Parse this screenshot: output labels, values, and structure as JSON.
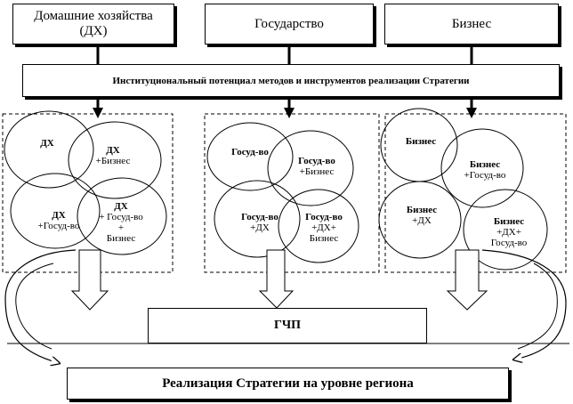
{
  "top_boxes": [
    {
      "line1": "Домашние хозяйства",
      "line2": "(ДХ)"
    },
    {
      "line1": "Государство",
      "line2": ""
    },
    {
      "line1": "Бизнес",
      "line2": ""
    }
  ],
  "potential_banner": "Институциональный потенциал методов и инструментов реализации Стратегии",
  "groups": [
    {
      "circles": [
        {
          "bold": "ДХ",
          "lines": []
        },
        {
          "bold": "ДХ",
          "lines": [
            "+Бизнес"
          ]
        },
        {
          "bold": "ДХ",
          "lines": [
            "+Госуд-во"
          ]
        },
        {
          "bold": "ДХ",
          "lines": [
            "+ Госуд-во",
            "+",
            "Бизнес"
          ]
        }
      ]
    },
    {
      "circles": [
        {
          "bold": "Госуд-во",
          "lines": []
        },
        {
          "bold": "Госуд-во",
          "lines": [
            "+Бизнес"
          ]
        },
        {
          "bold": "Госуд-во",
          "lines": [
            "+ДХ"
          ]
        },
        {
          "bold": "Госуд-во",
          "lines": [
            "+ДХ+",
            "Бизнес"
          ]
        }
      ]
    },
    {
      "circles": [
        {
          "bold": "Бизнес",
          "lines": []
        },
        {
          "bold": "Бизнес",
          "lines": [
            "+Госуд-во"
          ]
        },
        {
          "bold": "Бизнес",
          "lines": [
            "+ДХ"
          ]
        },
        {
          "bold": "Бизнес",
          "lines": [
            "+ДХ+",
            "Госуд-во"
          ]
        }
      ]
    }
  ],
  "gchp_label": "ГЧП",
  "result_box": "Реализация Стратегии на уровне региона"
}
